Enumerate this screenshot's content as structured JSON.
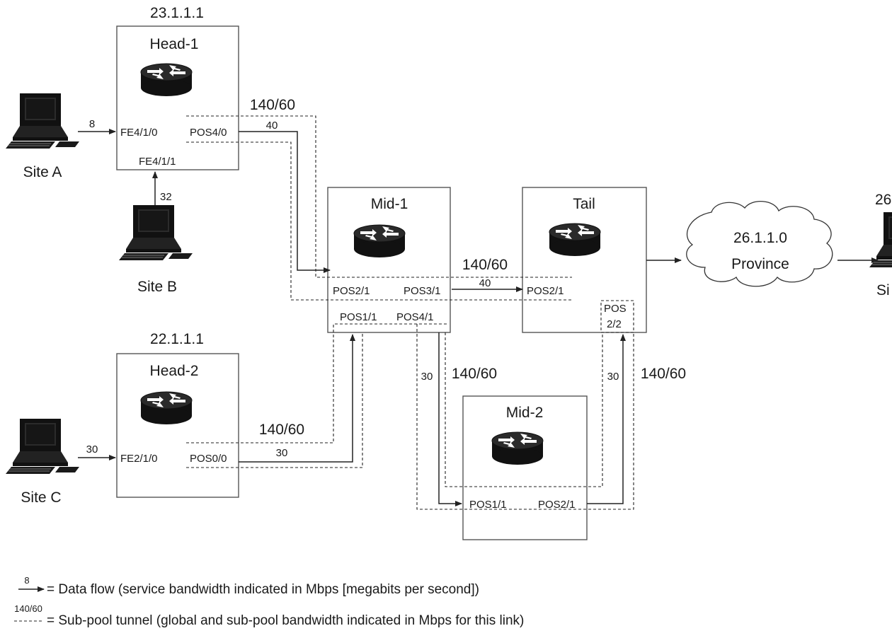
{
  "nodes": {
    "head1": {
      "name": "Head-1",
      "address": "23.1.1.1",
      "if_in": "FE4/1/0",
      "if_in2": "FE4/1/1",
      "if_out": "POS4/0"
    },
    "head2": {
      "name": "Head-2",
      "address": "22.1.1.1",
      "if_in": "FE2/1/0",
      "if_out": "POS0/0"
    },
    "mid1": {
      "name": "Mid-1",
      "if_a": "POS2/1",
      "if_b": "POS3/1",
      "if_c": "POS1/1",
      "if_d": "POS4/1"
    },
    "tail": {
      "name": "Tail",
      "if_a": "POS2/1",
      "if_b_line1": "POS",
      "if_b_line2": "2/2"
    },
    "mid2": {
      "name": "Mid-2",
      "if_a": "POS1/1",
      "if_b": "POS2/1"
    },
    "cloud": {
      "address": "26.1.1.0",
      "name": "Province"
    },
    "dest": {
      "address_partial": "26",
      "label_partial": "Si"
    }
  },
  "sites": {
    "a": "Site A",
    "b": "Site B",
    "c": "Site C"
  },
  "link_labels": {
    "siteA_flow": "8",
    "siteB_flow": "32",
    "siteC_flow": "30",
    "head1_tunnel": "140/60",
    "head1_flow": "40",
    "mid1_tail_tunnel": "140/60",
    "mid1_tail_flow": "40",
    "head2_tunnel": "140/60",
    "head2_flow": "30",
    "mid1_mid2_flow": "30",
    "mid1_mid2_tunnel": "140/60",
    "mid2_tail_flow": "30",
    "mid2_tail_tunnel": "140/60"
  },
  "legend": {
    "flow_sample": "8",
    "flow_text": "= Data flow (service bandwidth indicated in Mbps [megabits per second])",
    "tunnel_sample": "140/60",
    "tunnel_text": "= Sub-pool tunnel (global and sub-pool bandwidth indicated in Mbps for this link)"
  }
}
